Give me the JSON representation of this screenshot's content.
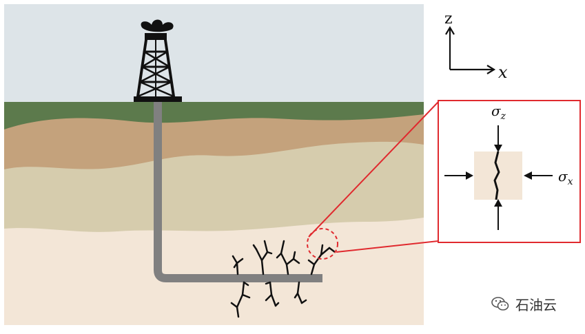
{
  "axes": {
    "z_label": "z",
    "x_label": "x"
  },
  "inset": {
    "sigma_z_label": "σz",
    "sigma_x_label": "σx",
    "frame_color": "#e0292e"
  },
  "watermark": {
    "icon": "wechat-icon",
    "text": "石油云"
  },
  "colors": {
    "sky": "#dde4e8",
    "grass": "#5c7a4c",
    "brown_layer": "#c4a27c",
    "sand_layer": "#d6ccad",
    "bottom_layer": "#f3e6d7",
    "wellbore": "#808080",
    "highlight": "#e0292e"
  }
}
